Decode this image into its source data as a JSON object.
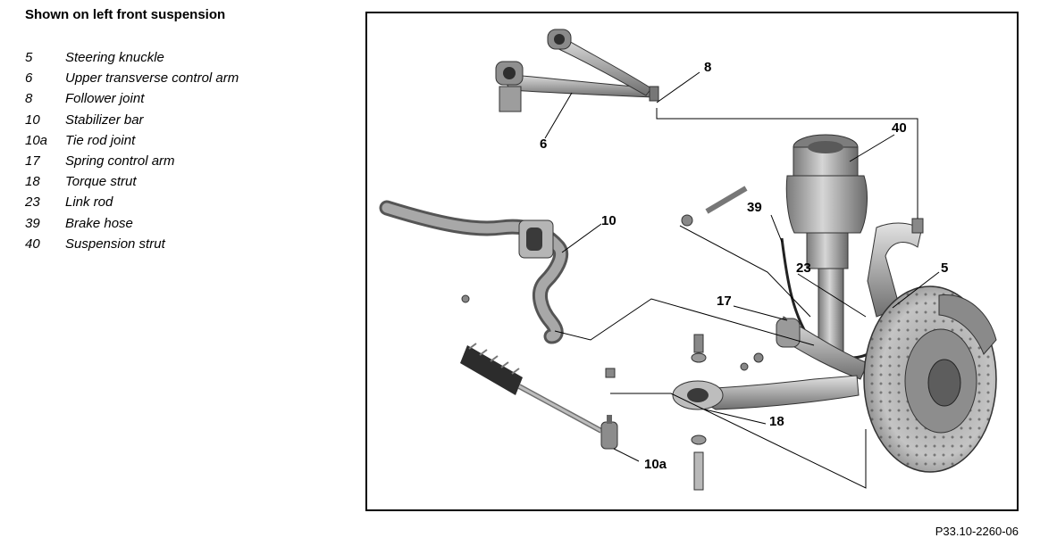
{
  "title": "Shown on left front suspension",
  "legend": [
    {
      "num": "5",
      "label": "Steering knuckle"
    },
    {
      "num": "6",
      "label": "Upper transverse control arm"
    },
    {
      "num": "8",
      "label": "Follower joint"
    },
    {
      "num": "10",
      "label": "Stabilizer bar"
    },
    {
      "num": "10a",
      "label": "Tie rod joint"
    },
    {
      "num": "17",
      "label": "Spring control arm"
    },
    {
      "num": "18",
      "label": "Torque strut"
    },
    {
      "num": "23",
      "label": "Link rod"
    },
    {
      "num": "39",
      "label": "Brake hose"
    },
    {
      "num": "40",
      "label": "Suspension strut"
    }
  ],
  "callouts": {
    "c5": "5",
    "c6": "6",
    "c8": "8",
    "c10": "10",
    "c10a": "10a",
    "c17": "17",
    "c18": "18",
    "c23": "23",
    "c39": "39",
    "c40": "40"
  },
  "reference": "P33.10-2260-06"
}
